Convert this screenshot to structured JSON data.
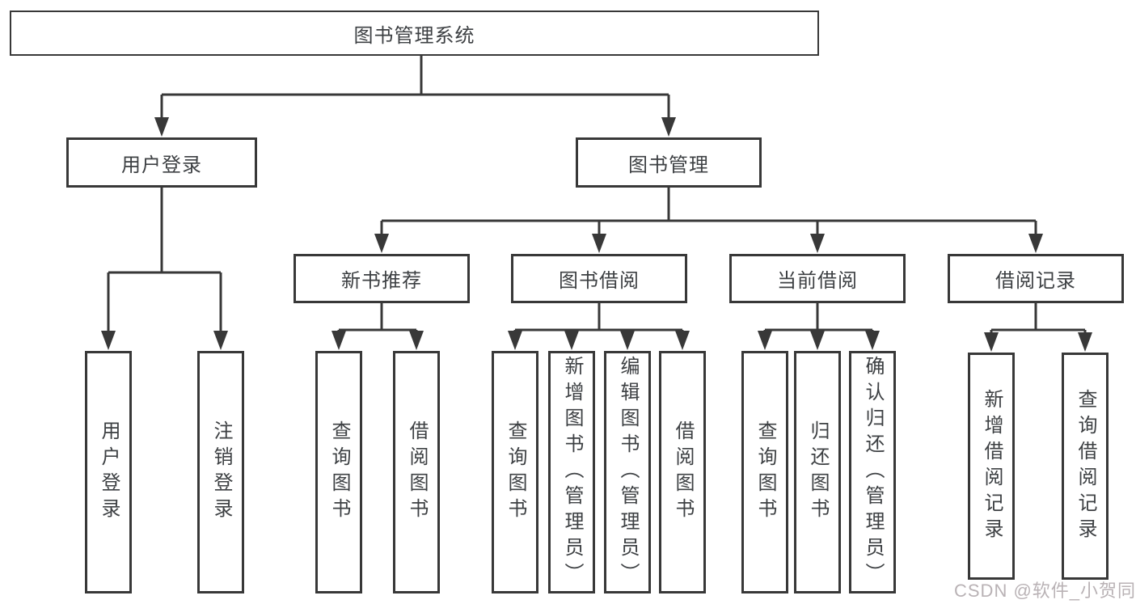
{
  "nodes": {
    "root": "图书管理系统",
    "user_login": "用户登录",
    "book_mgmt": "图书管理",
    "new_books": "新书推荐",
    "book_borrow": "图书借阅",
    "current_borrow": "当前借阅",
    "borrow_records": "借阅记录"
  },
  "leaves": {
    "user_login": [
      "用户登录",
      "注销登录"
    ],
    "new_books": [
      "查询图书",
      "借阅图书"
    ],
    "book_borrow": [
      "查询图书",
      "新增图书（管理员）",
      "编辑图书（管理员）",
      "借阅图书"
    ],
    "current_borrow": [
      "查询图书",
      "归还图书",
      "确认归还（管理员）"
    ],
    "borrow_records": [
      "新增借阅记录",
      "查询借阅记录"
    ]
  },
  "watermark": "CSDN @软件_小贺同学",
  "colors": {
    "line": "#383838",
    "text": "#3d4043",
    "watermark": "#b9b2b5",
    "background": "#ffffff"
  }
}
